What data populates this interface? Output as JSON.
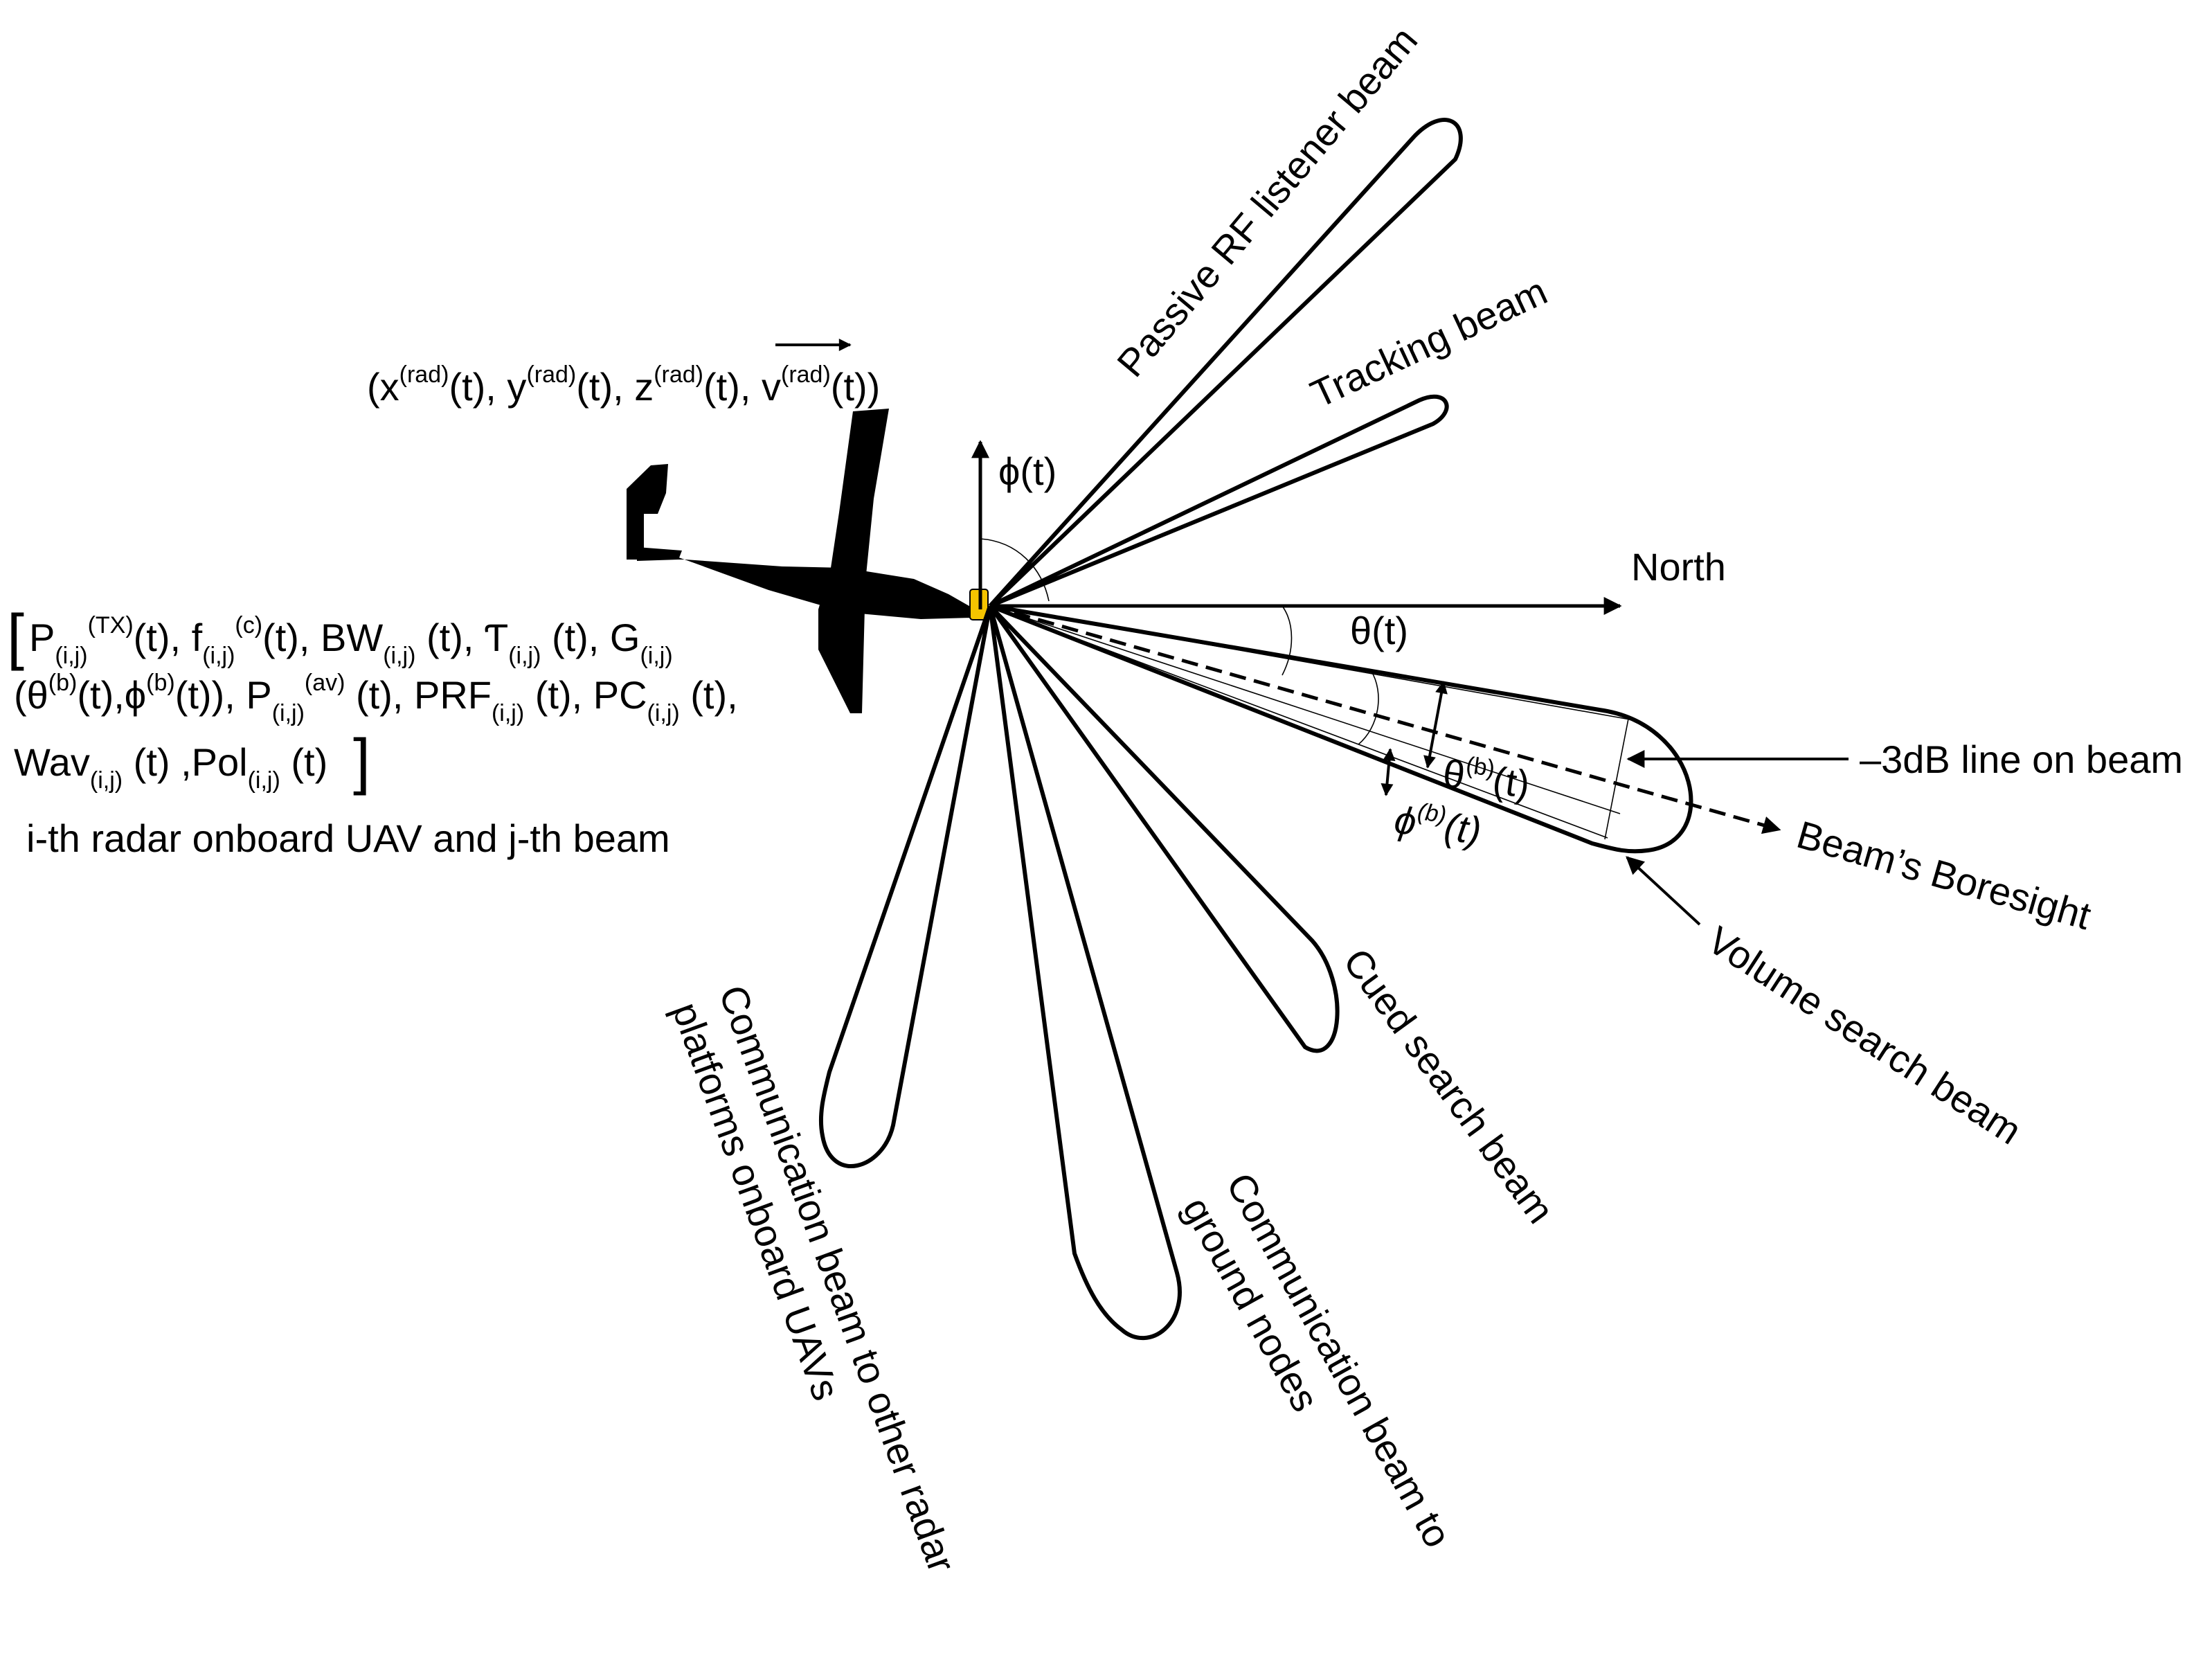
{
  "labels": {
    "uav_state_line": [
      "(x",
      "(rad)",
      "(t), y",
      "(rad)",
      "(t), z",
      "(rad)",
      "(t), v",
      "(rad)",
      "(t))"
    ],
    "phi": "ϕ(t)",
    "north": "North",
    "theta": "θ(t)",
    "theta_b": [
      "θ",
      "(b)",
      "(t)"
    ],
    "phi_b": [
      "ϕ",
      "(b)",
      "(t)"
    ],
    "minus3db": "–3dB line on beam",
    "boresight": "Beam’s Boresight",
    "volume_search": "Volume search beam",
    "cued_search": "Cued search beam",
    "comm_ground": [
      "Communication beam to",
      "ground nodes"
    ],
    "comm_uav": [
      "Communication beam to other radar",
      "platforms onboard UAVs"
    ],
    "passive_rf": "Passive RF listener beam",
    "tracking": "Tracking beam",
    "caption": "i-th radar onboard UAV and j-th beam"
  },
  "parameter_vector": {
    "open_bracket": "[",
    "close_bracket": "]",
    "line1": [
      "P",
      "(i,j)",
      "(TX)",
      "(t), f",
      "(i,j)",
      "(c)",
      "(t), BW",
      "(i,j)",
      " (t), Ƭ",
      "(i,j)",
      " (t), G",
      "(i,j)"
    ],
    "line2": [
      "(θ",
      "(b)",
      "(t),ϕ",
      "(b)",
      "(t)), P",
      "(i,j)",
      "(av)",
      " (t), PRF",
      "(i,j)",
      " (t), PC",
      "(i,j)",
      " (t),"
    ],
    "line3": [
      "Wav",
      "(i,j)",
      " (t) ,Pol",
      "(i,j)",
      " (t)"
    ]
  },
  "colors": {
    "radar_unit": "#f5c400",
    "ink": "#000000"
  },
  "icons": {
    "aircraft": "glider-uav-silhouette"
  }
}
